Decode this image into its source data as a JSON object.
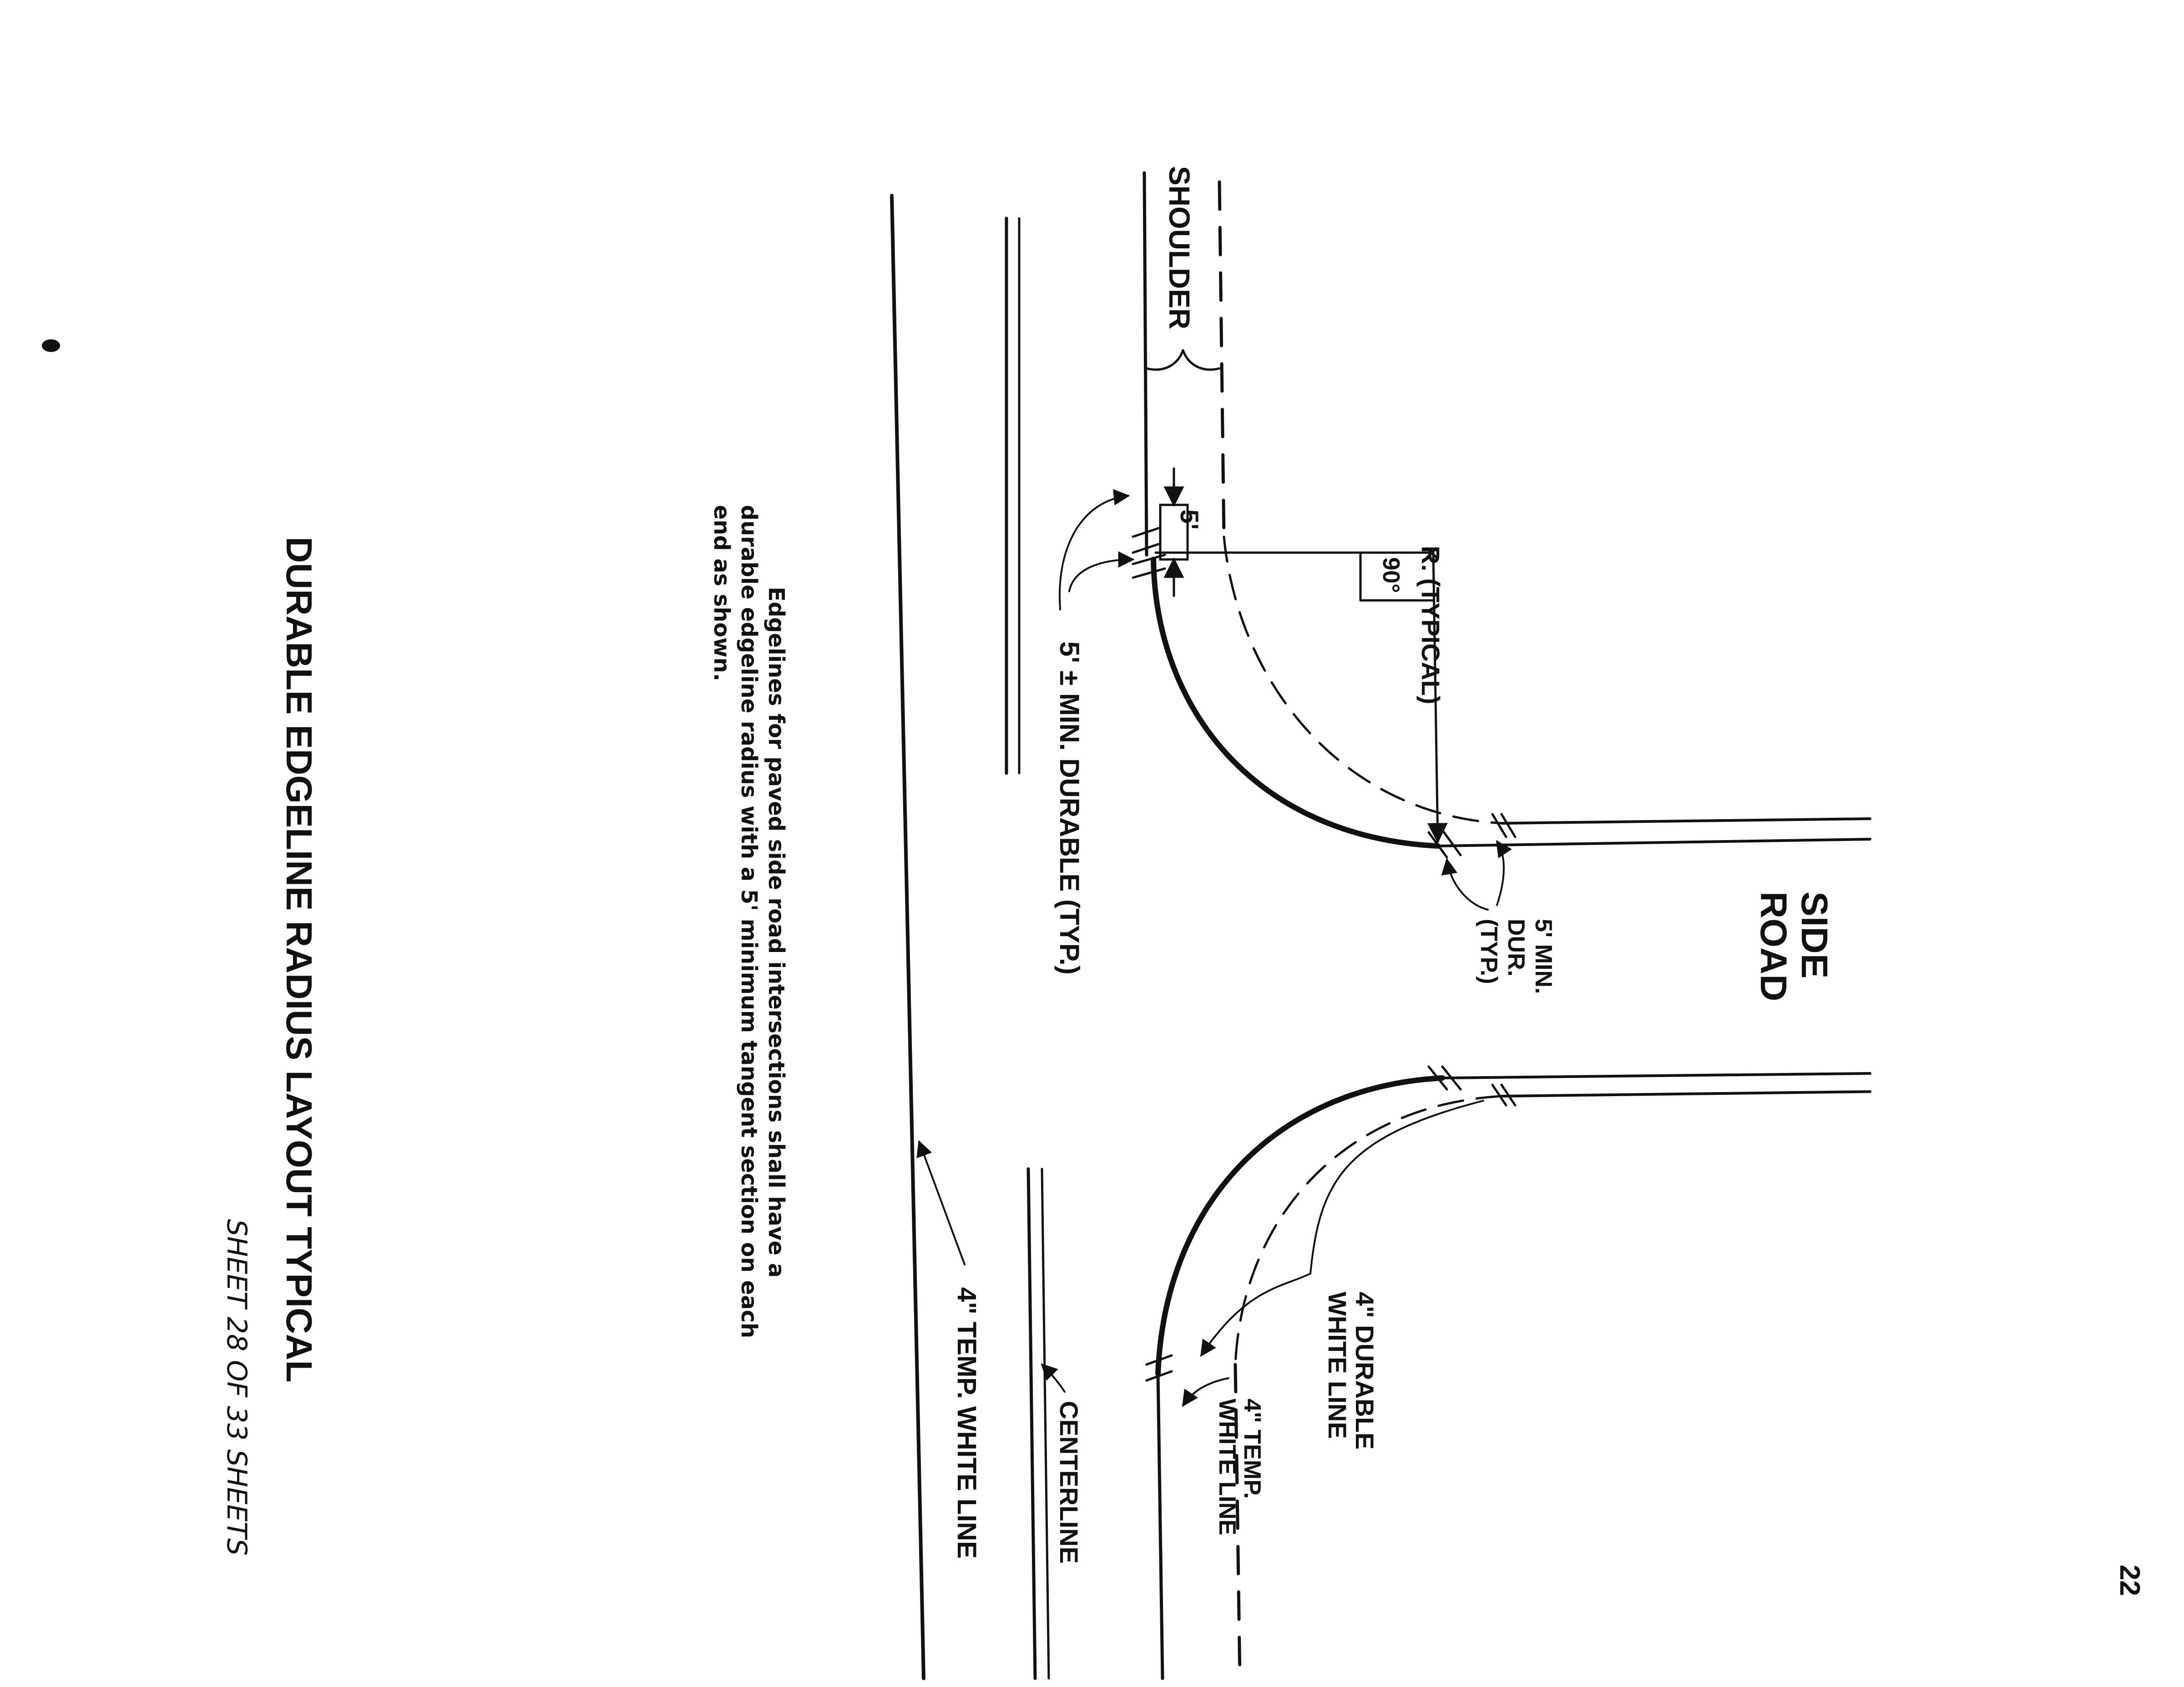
{
  "page_number": "22",
  "title": "DURABLE EDGELINE RADIUS LAYOUT TYPICAL",
  "sheet": "SHEET 28 OF 33 SHEETS",
  "note": {
    "line1": "Edgelines for paved side road intersections shall have a",
    "line2": "durable edgeline radius with a 5' minimum tangent section on each",
    "line3": "end as shown."
  },
  "labels": {
    "shoulder": "SHOULDER",
    "five_ft": "5'",
    "radius": "R. (TYPICAL)",
    "ninety": "90°",
    "min_durable": "5' ± MIN. DURABLE (TYP.)",
    "side": "SIDE",
    "road": "ROAD",
    "dur_1": "5' MIN.",
    "dur_2": "DUR.",
    "dur_3": "(TYP.)",
    "durable_white_1": "4\" DURABLE",
    "durable_white_2": "WHITE LINE",
    "temp_white_1": "4\" TEMP.",
    "temp_white_2": "WHITE LINE",
    "centerline": "CENTERLINE",
    "temp_white_main": "4\" TEMP. WHITE LINE"
  },
  "colors": {
    "ink": "#111111",
    "paper": "#ffffff"
  }
}
